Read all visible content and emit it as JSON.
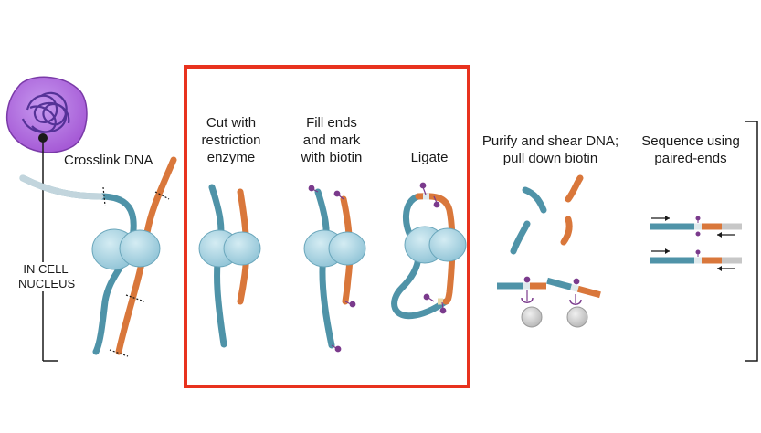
{
  "labels": {
    "crosslink": "Crosslink DNA",
    "in_cell_nucleus": [
      "IN CELL",
      "NUCLEUS"
    ],
    "cut": [
      "Cut with",
      "restriction",
      "enzyme"
    ],
    "fill": [
      "Fill ends",
      "and mark",
      "with biotin"
    ],
    "ligate": "Ligate",
    "purify": [
      "Purify and shear DNA;",
      "pull down biotin"
    ],
    "sequence": [
      "Sequence using",
      "paired-ends"
    ]
  },
  "colors": {
    "teal_strand": "#4f93a8",
    "orange_strand": "#d9773b",
    "protein": "#a9d4e2",
    "biotin": "#7a3a8c",
    "nucleus": "#a65bd6",
    "highlight_box": "#e8321e",
    "bead": "#cfcfcf"
  }
}
